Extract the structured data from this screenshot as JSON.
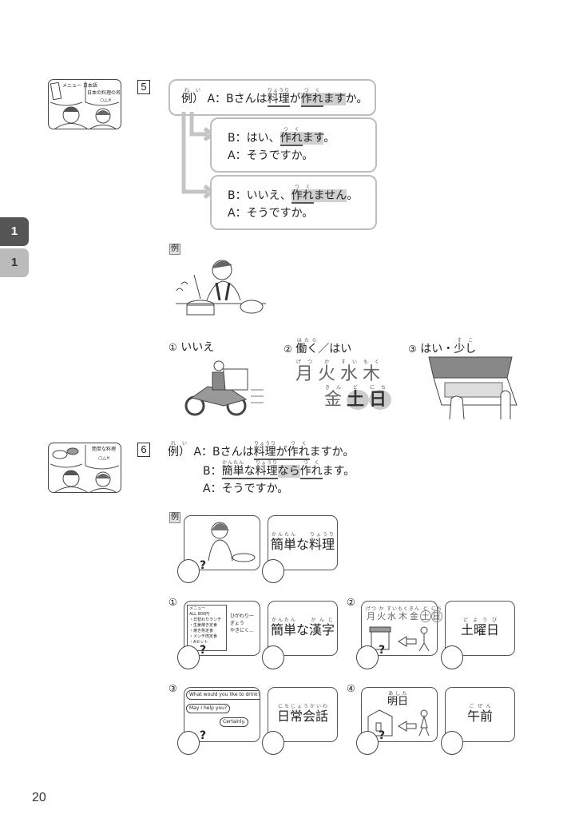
{
  "chapter_tabs": [
    "1",
    "1"
  ],
  "page_number": "20",
  "section5": {
    "number": "5",
    "scene_texts": [
      "メニュー 日本語",
      "日本の料理の名前",
      "○△×"
    ],
    "example_question": {
      "label": "例）",
      "label_ruby": "れい",
      "speaker": "A：",
      "pre": "Bさんは",
      "word1": "料理",
      "word1_ruby": "りょうり",
      "mid": "が",
      "word2": "作れ",
      "word2_ruby": "つく",
      "hl_tail": "ます",
      "end": "か。"
    },
    "answer_yes": {
      "speaker_b": "B：",
      "pre": "はい、",
      "word": "作れ",
      "word_ruby": "つく",
      "hl_tail": "ます",
      "end": "。",
      "speaker_a": "A：",
      "reply": "そうですか。"
    },
    "answer_no": {
      "speaker_b": "B：",
      "pre": "いいえ、",
      "word": "作れ",
      "word_ruby": "つく",
      "hl_tail": "ません",
      "end": "。",
      "speaker_a": "A：",
      "reply": "そうですか。"
    },
    "example_label": "例",
    "exercises": [
      {
        "num": "①",
        "text": "いいえ"
      },
      {
        "num": "②",
        "word": "働く",
        "word_ruby": "はたら",
        "text": "／はい",
        "weekdays": [
          {
            "k": "月",
            "r": "げつ"
          },
          {
            "k": "火",
            "r": "か"
          },
          {
            "k": "水",
            "r": "すい"
          },
          {
            "k": "木",
            "r": "もく"
          },
          {
            "k": "金",
            "r": "きん"
          },
          {
            "k": "土",
            "r": "ど"
          },
          {
            "k": "日",
            "r": "にち"
          }
        ]
      },
      {
        "num": "③",
        "text": "はい・",
        "word": "少し",
        "word_ruby": "すこ"
      }
    ]
  },
  "section6": {
    "number": "6",
    "scene_texts": [
      "簡単な料理",
      "○△×"
    ],
    "dialogue": {
      "label": "例）",
      "label_ruby": "れい",
      "a1_speaker": "A：",
      "a1_pre": "Bさんは",
      "a1_word1": "料理",
      "a1_word1_ruby": "りょうり",
      "a1_mid": "が",
      "a1_word2": "作れ",
      "a1_word2_ruby": "つく",
      "a1_end": "ますか。",
      "b_speaker": "B：",
      "b_w1": "簡単",
      "b_w1_ruby": "かんたん",
      "b_na": "な",
      "b_w2": "料理",
      "b_w2_ruby": "りょうり",
      "b_hl": "なら",
      "b_w3": "作れ",
      "b_w3_ruby": "つく",
      "b_end": "ます。",
      "a2_speaker": "A：",
      "a2_text": "そうですか。"
    },
    "example_label": "例",
    "example_cue": {
      "w1": "簡単",
      "w1_ruby": "かんたん",
      "na": "な",
      "w2": "料理",
      "w2_ruby": "りょうり"
    },
    "items": [
      {
        "num": "①",
        "cue_w1": "簡単",
        "cue_w1_ruby": "かんたん",
        "cue_na": "な",
        "cue_w2": "漢字",
        "cue_w2_ruby": "かんじ",
        "menu_title": "メニュー",
        "menu_sub": "ALL 800円",
        "menu_lines": [
          "・日替わりランチ",
          "・生姜焼き定食",
          "・焼き魚定食",
          "・メンチ肉定食",
          "・Aセット"
        ],
        "sign_lines": [
          "ひがわりー",
          "ぎょう",
          "やきにく…"
        ]
      },
      {
        "num": "②",
        "cue": "土曜日",
        "cue_ruby": "どようび",
        "weekdays": [
          "月",
          "火",
          "水",
          "木",
          "金",
          "土",
          "日"
        ],
        "weekday_ruby": [
          "げつ",
          "か",
          "すい",
          "もく",
          "きん",
          "ど",
          "にち"
        ]
      },
      {
        "num": "③",
        "cue": "日常会話",
        "cue_ruby": "にちじょうかいわ",
        "speech": [
          "What would you like to drink?",
          "May I help you?",
          "Certainly."
        ]
      },
      {
        "num": "④",
        "cue": "午前",
        "cue_ruby": "ごぜん",
        "scene_word": "明日",
        "scene_word_ruby": "あした"
      }
    ]
  }
}
